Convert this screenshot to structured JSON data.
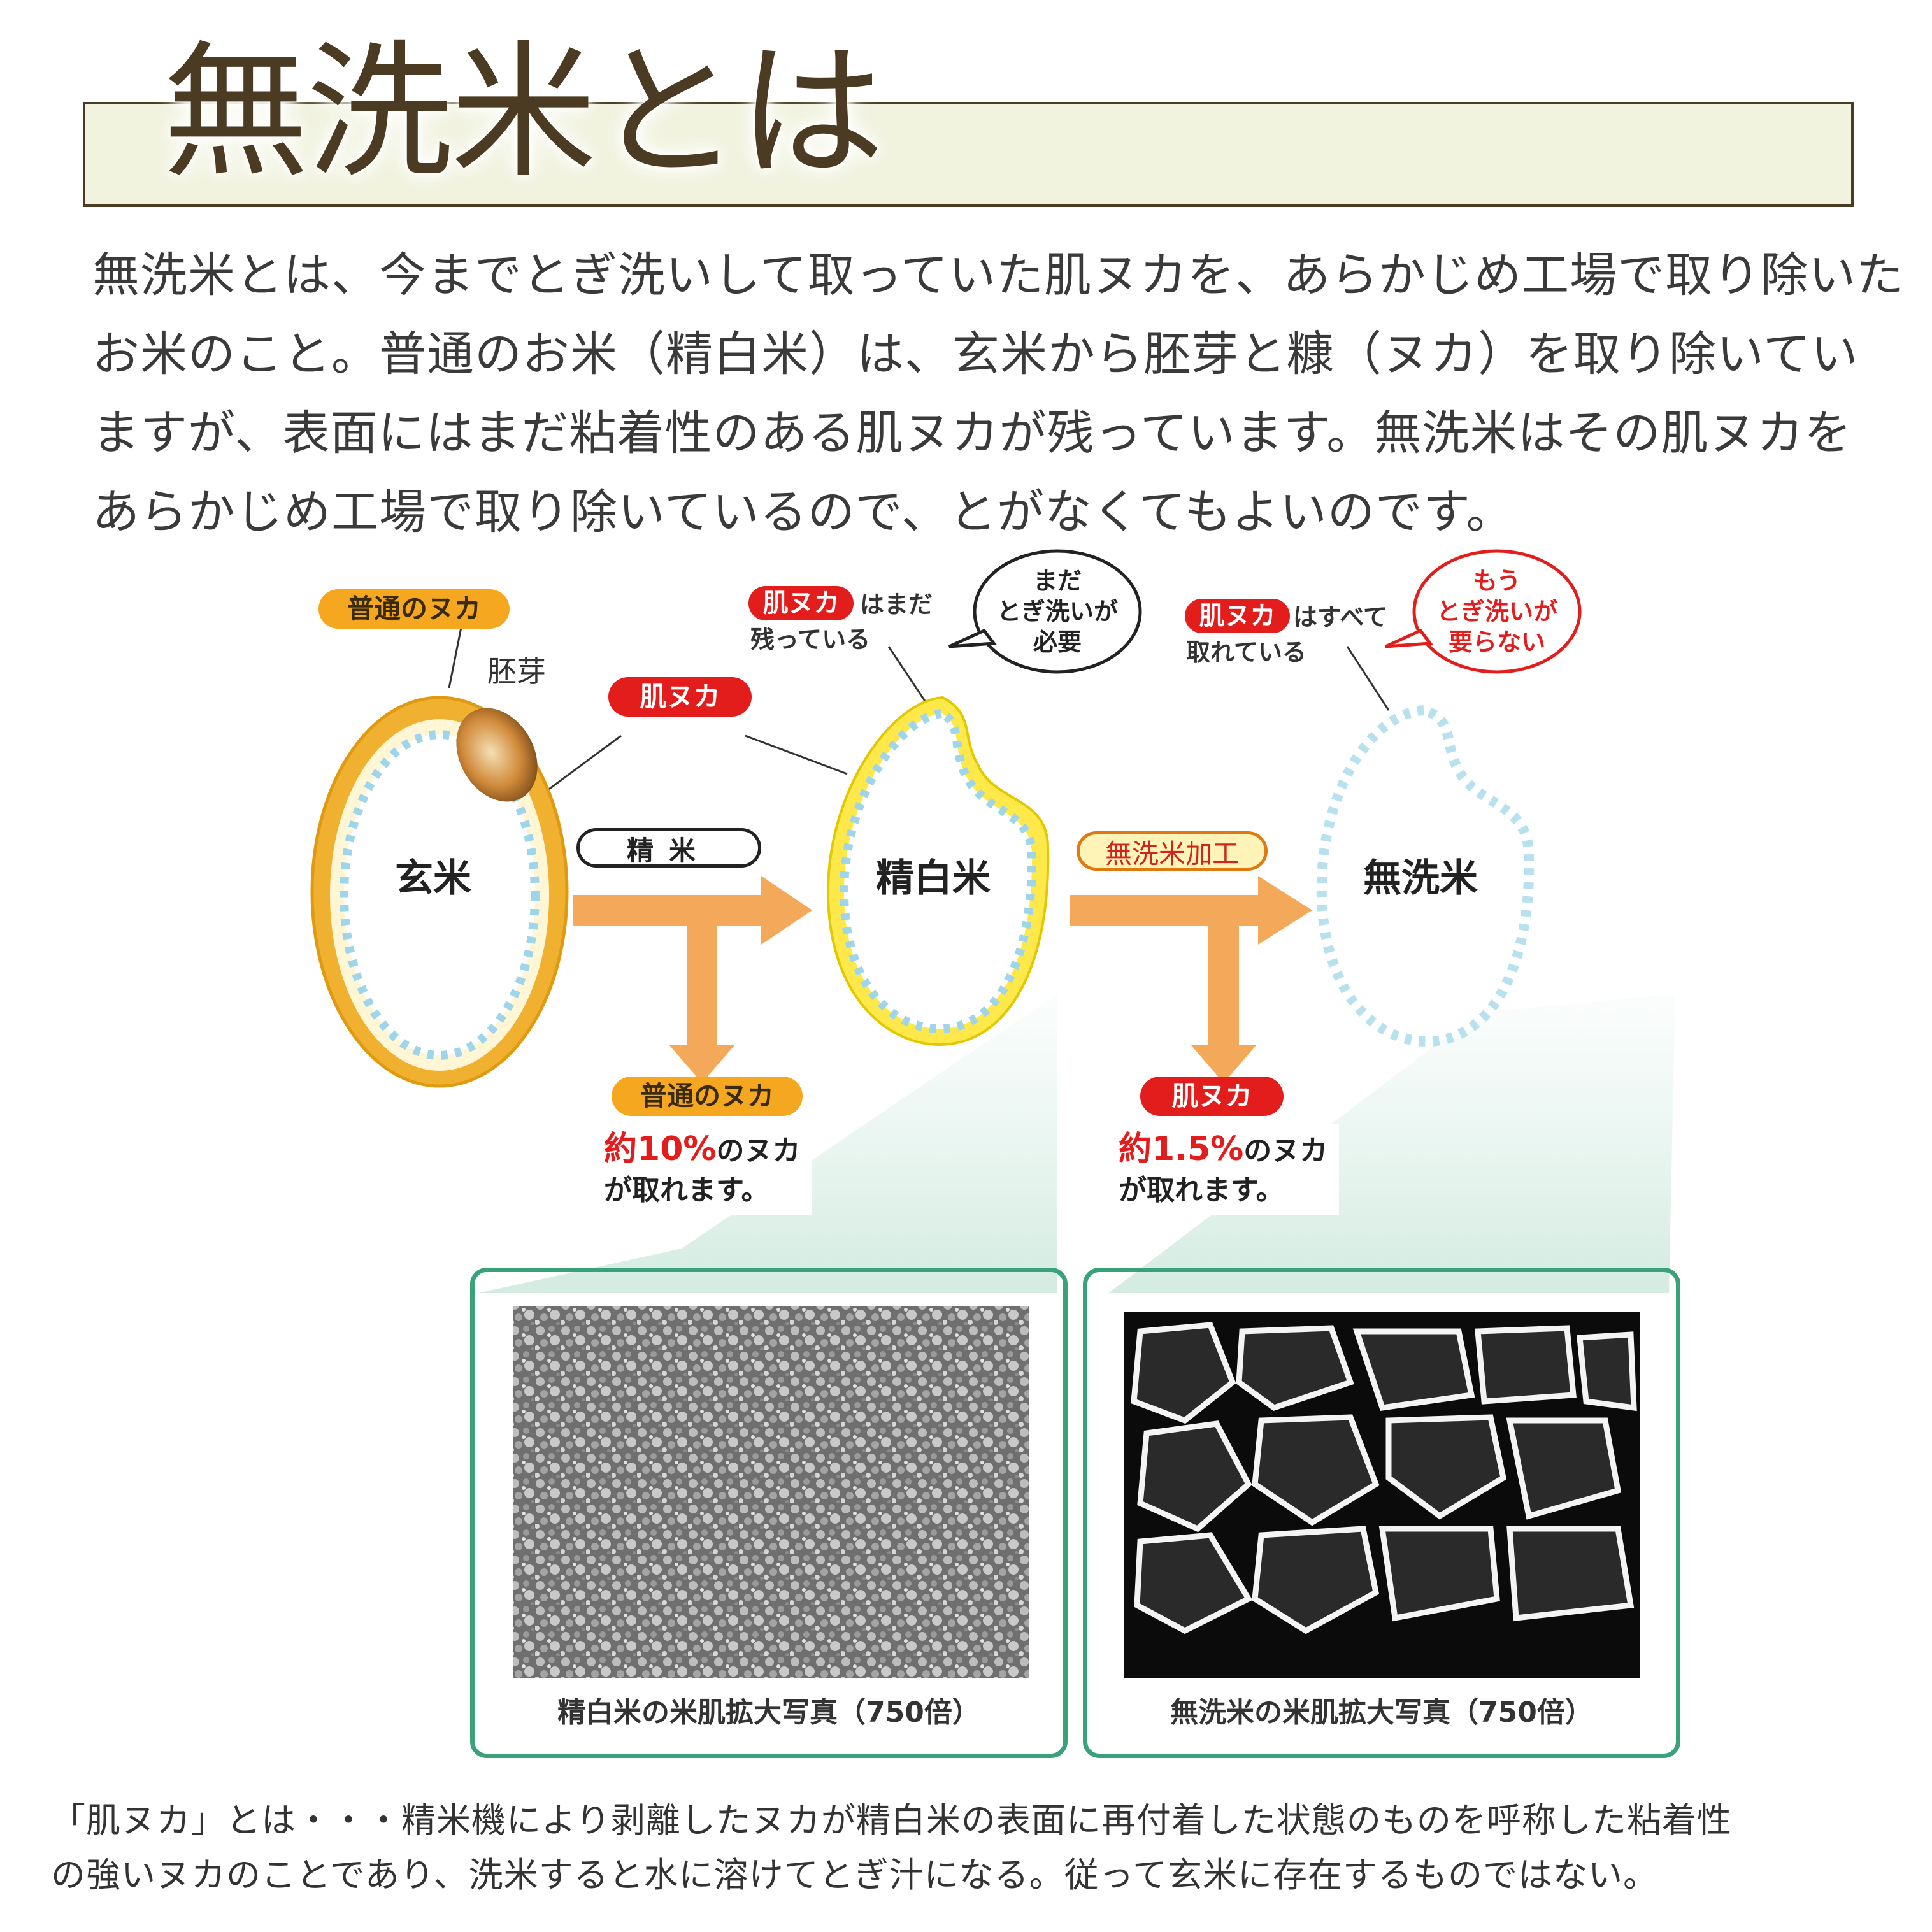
{
  "title": "無洗米とは",
  "intro_lines": [
    "無洗米とは、今までとぎ洗いして取っていた肌ヌカを、あらかじめ工場で取り除いた",
    "お米のこと。普通のお米（精白米）は、玄米から胚芽と糠（ヌカ）を取り除いてい",
    "ますが、表面にはまだ粘着性のある肌ヌカが残っています。無洗米はその肌ヌカを",
    "あらかじめ工場で取り除いているので、とがなくてもよいのです。"
  ],
  "diagram": {
    "futsu_nuka_top": "普通のヌカ",
    "haiga": "胚芽",
    "hada_nuka_center": "肌ヌカ",
    "genmai": "玄米",
    "seimai_step": "精米",
    "seihakumai": "精白米",
    "musenmai_kakou": "無洗米加工",
    "musenmai": "無洗米",
    "seihaku_tag": "肌ヌカ",
    "seihaku_tag_rest": "はまだ",
    "seihaku_tag_line2": "残っている",
    "bubble_black": [
      "まだ",
      "とぎ洗いが",
      "必要"
    ],
    "musen_tag": "肌ヌカ",
    "musen_tag_rest": "はすべて",
    "musen_tag_line2": "取れている",
    "bubble_red": [
      "もう",
      "とぎ洗いが",
      "要らない"
    ],
    "bottom_left_pill": "普通のヌカ",
    "bottom_left_note_pre": "約",
    "bottom_left_note_hl": "10%",
    "bottom_left_note_post": "のヌカ",
    "bottom_left_note_line2": "が取れます。",
    "bottom_right_pill": "肌ヌカ",
    "bottom_right_note_pre": "約",
    "bottom_right_note_hl": "1.5%",
    "bottom_right_note_post": "のヌカ",
    "bottom_right_note_line2": "が取れます。"
  },
  "photos": {
    "left_caption": "精白米の米肌拡大写真（750倍）",
    "right_caption": "無洗米の米肌拡大写真（750倍）"
  },
  "footnote_lines": [
    "「肌ヌカ」とは・・・精米機により剥離したヌカが精白米の表面に再付着した状態のものを呼称した粘着性",
    "の強いヌカのことであり、洗米すると水に溶けてとぎ汁になる。従って玄米に存在するものではない。"
  ],
  "colors": {
    "title_band": "#f1f3df",
    "title_text": "#4b3b22",
    "orange_tag": "#f5a81f",
    "red_tag": "#e31c1c",
    "arrow": "#f4a95a",
    "photo_border": "#3aa27a",
    "grain_brown": "#f0b030",
    "grain_white": "#ffe94a",
    "grain_musen": "#b9e0ee"
  }
}
